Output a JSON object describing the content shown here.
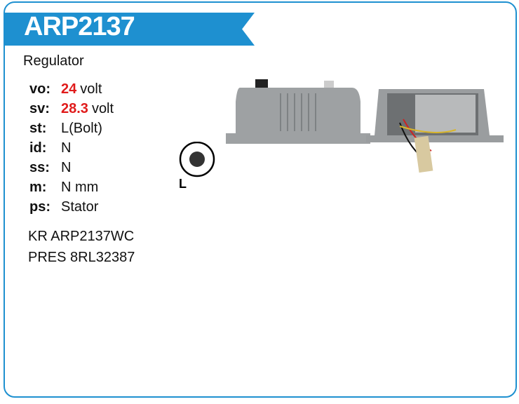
{
  "title": "ARP2137",
  "subtitle": "Regulator",
  "specs": [
    {
      "key": "vo:",
      "value": "24",
      "unit": "volt",
      "highlight": true
    },
    {
      "key": "sv:",
      "value": "28.3",
      "unit": "volt",
      "highlight": true
    },
    {
      "key": "st:",
      "value": "L(Bolt)"
    },
    {
      "key": "id:",
      "value": "N"
    },
    {
      "key": "ss:",
      "value": "N"
    },
    {
      "key": "m:",
      "value": "N mm"
    },
    {
      "key": "ps:",
      "value": "Stator"
    }
  ],
  "refs": [
    "KR ARP2137WC",
    "PRES 8RL32387"
  ],
  "connector_label": "L",
  "colors": {
    "accent": "#1e90d0",
    "highlight": "#e01b1b"
  }
}
